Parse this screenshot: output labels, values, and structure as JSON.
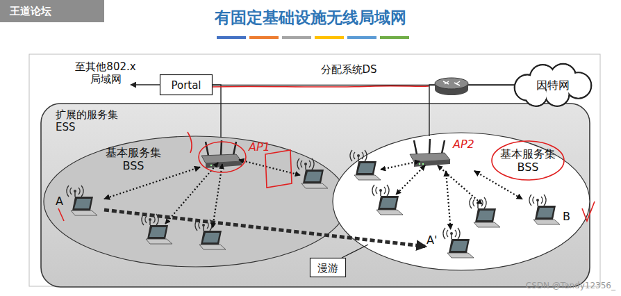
{
  "diagram": {
    "title": "有固定基础设施无线局域网",
    "nodes": [
      {
        "text": [
          "扩展的服务集 ESS"
        ]
      },
      {
        "text": [
          "基本服务集 BSS"
        ],
        "in": 0
      },
      {
        "text": [
          "基本服务集 BSS"
        ],
        "in": 0
      },
      {
        "text": [
          "Portal"
        ]
      },
      {
        "text": [
          "因特网"
        ]
      },
      {
        "text": [
          "漫游"
        ],
        "in": 0
      },
      {
        "text": [
          "AP1"
        ],
        "in": 1
      },
      {
        "text": [
          "AP2"
        ],
        "in": 2
      },
      {
        "text": [
          "A"
        ],
        "in": 1
      },
      {
        "text": [
          "A'"
        ],
        "in": 2
      },
      {
        "text": [
          "B"
        ],
        "in": 2
      }
    ],
    "edges": [
      {
        "from": 6,
        "to": 8,
        "arrow": "both"
      },
      {
        "from": 7,
        "to": 9,
        "arrow": "both"
      },
      {
        "from": 7,
        "to": 10,
        "arrow": "both"
      },
      {
        "from": 8,
        "to": 9,
        "arrow": "to"
      },
      {
        "from": 6,
        "to": 3,
        "arrow": "none"
      },
      {
        "from": 7,
        "to": 4,
        "arrow": "none"
      },
      {
        "from": 3,
        "to": 4,
        "arrow": "none",
        "label": "分配系统DS"
      }
    ],
    "labels": [
      "王道论坛",
      "至其他802.x 局域网",
      "CSDN @Tandy12356_"
    ]
  }
}
